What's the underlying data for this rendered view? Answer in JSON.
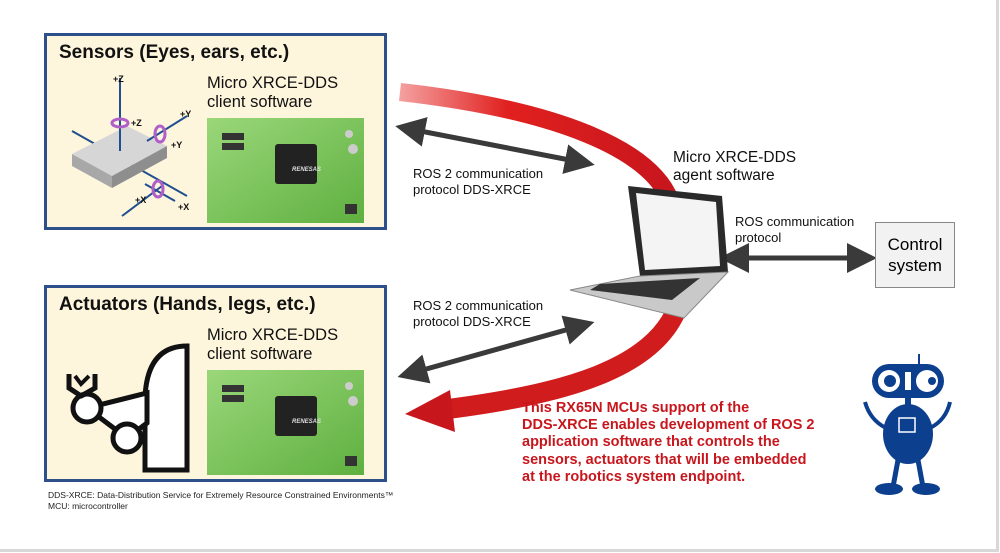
{
  "sensors": {
    "title": "Sensors (Eyes, ears, etc.)",
    "client_line1": "Micro XRCE-DDS",
    "client_line2": "client software",
    "axes": [
      "+Z",
      "+Z",
      "+Y",
      "+Y",
      "+X",
      "+X"
    ],
    "chip_brand": "RENESAS"
  },
  "actuators": {
    "title": "Actuators (Hands, legs, etc.)",
    "client_line1": "Micro XRCE-DDS",
    "client_line2": "client software",
    "chip_brand": "RENESAS"
  },
  "links": {
    "upper_line1": "ROS 2 communication",
    "upper_line2": "protocol DDS-XRCE",
    "lower_line1": "ROS 2 communication",
    "lower_line2": "protocol DDS-XRCE",
    "ros_line1": "ROS communication",
    "ros_line2": "protocol"
  },
  "agent": {
    "line1": "Micro XRCE-DDS",
    "line2": "agent software"
  },
  "control": {
    "line1": "Control",
    "line2": "system"
  },
  "message": {
    "lines": [
      "This RX65N MCUs support of the",
      "DDS-XRCE enables development of ROS 2",
      "application software that controls the",
      "sensors, actuators that will be embedded",
      "at the robotics system endpoint."
    ]
  },
  "footnotes": [
    "DDS-XRCE: Data-Distribution Service for Extremely Resource Constrained Environments™",
    "MCU: microcontroller"
  ],
  "colors": {
    "box_border": "#2d4f8a",
    "box_fill": "#fdf5dc",
    "red_flow": "#e0201e",
    "message": "#c8161d",
    "robot": "#0d3f8f",
    "pcb": "#7cc85a"
  }
}
